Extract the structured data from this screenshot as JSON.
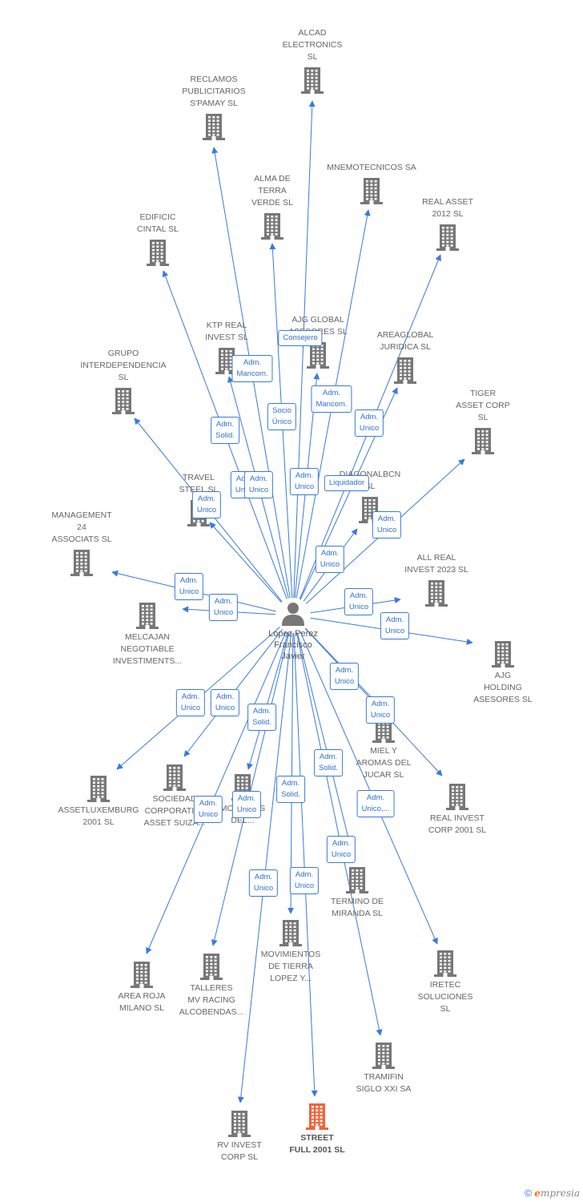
{
  "colors": {
    "edge": "#3a7ad8",
    "building": "#777777",
    "highlight": "#f0643a",
    "text": "#666666"
  },
  "center": {
    "id": "lopez",
    "name": "Lopez Perez\nFrancisco\nJavier",
    "icon": "person-icon"
  },
  "companies": [
    {
      "id": "alcad",
      "name": "ALCAD\nELECTRONICS\nSL"
    },
    {
      "id": "reclamos",
      "name": "RECLAMOS\nPUBLICITARIOS\nS'PAMAY SL"
    },
    {
      "id": "mnemotecnicos",
      "name": "MNEMOTECNICOS SA"
    },
    {
      "id": "alma",
      "name": "ALMA DE\nTERRA\nVERDE  SL"
    },
    {
      "id": "realasset2012",
      "name": "REAL ASSET\n2012  SL"
    },
    {
      "id": "edificic",
      "name": "EDIFICIC\nCINTAL  SL"
    },
    {
      "id": "ktp",
      "name": "KTP REAL\nINVEST  SL"
    },
    {
      "id": "ajgglobal",
      "name": "AJG GLOBAL\nASESORES  SL"
    },
    {
      "id": "areaglobal",
      "name": "AREAGLOBAL\nJURIDICA  SL"
    },
    {
      "id": "grupo",
      "name": "GRUPO\nINTERDEPENDENCIA\nSL"
    },
    {
      "id": "tiger",
      "name": "TIGER\nASSET CORP\nSL"
    },
    {
      "id": "travel",
      "name": "TRAVEL\nSTEEL  SL"
    },
    {
      "id": "diagonal",
      "name": "DIAGONALBCN\nSL"
    },
    {
      "id": "management",
      "name": "MANAGEMENT\n24\nASSOCIATS  SL"
    },
    {
      "id": "allreal",
      "name": "ALL REAL\nINVEST 2023  SL"
    },
    {
      "id": "melcajan",
      "name": "MELCAJAN\nNEGOTIABLE\nINVESTIMENTS..."
    },
    {
      "id": "ajgholding",
      "name": "AJG\nHOLDING\nASESORES  SL"
    },
    {
      "id": "miel",
      "name": "MIEL Y\nAROMAS DEL\nJUCAR  SL"
    },
    {
      "id": "assetlux",
      "name": "ASSETLUXEMBURG\n2001  SL"
    },
    {
      "id": "sociedad",
      "name": "SOCIEDAD\nCORPORATIVA\nASSET SUIZA..."
    },
    {
      "id": "montajes",
      "name": "MONTAJES\nDEL..."
    },
    {
      "id": "realinvest",
      "name": "REAL INVEST\nCORP 2001  SL"
    },
    {
      "id": "termino",
      "name": "TERMINO DE\nMIRANDA SL"
    },
    {
      "id": "movimientos",
      "name": "MOVIMIENTOS\nDE TIERRA\nLOPEZ Y..."
    },
    {
      "id": "arearoja",
      "name": "AREA ROJA\nMILANO  SL"
    },
    {
      "id": "talleres",
      "name": "TALLERES\nMV RACING\nALCOBENDAS..."
    },
    {
      "id": "iretec",
      "name": "IRETEC\nSOLUCIONES\nSL"
    },
    {
      "id": "tramifin",
      "name": "TRAMIFIN\nSIGLO XXI SA"
    },
    {
      "id": "rvinvest",
      "name": "RV INVEST\nCORP  SL"
    },
    {
      "id": "street",
      "name": "STREET\nFULL 2001  SL",
      "highlight": true
    }
  ],
  "edges": [
    {
      "to": "alcad",
      "label": "Consejero"
    },
    {
      "to": "reclamos",
      "label": "Adm.\nUnico"
    },
    {
      "to": "mnemotecnicos",
      "label": "Adm.\nMancom."
    },
    {
      "to": "alma",
      "label": "Socio\nÚnico"
    },
    {
      "to": "realasset2012",
      "label": "Adm.\nUnico"
    },
    {
      "to": "edificic",
      "label": "Adm.\nSolid."
    },
    {
      "to": "ktp",
      "label": "Adm.\nMancom."
    },
    {
      "to": "ajgglobal",
      "label": "Adm.\nUnico"
    },
    {
      "to": "areaglobal",
      "label": "Liquidador"
    },
    {
      "to": "grupo",
      "label": "Adm.\nUnico"
    },
    {
      "to": "tiger",
      "label": "Adm.\nUnico"
    },
    {
      "to": "travel",
      "label": "Adm.\nUnico"
    },
    {
      "to": "diagonal",
      "label": "Adm.\nUnico"
    },
    {
      "to": "management",
      "label": "Adm.\nUnico"
    },
    {
      "to": "melcajan",
      "label": "Adm.\nUnico"
    },
    {
      "to": "allreal",
      "label": "Adm.\nUnico"
    },
    {
      "to": "ajgholding",
      "label": "Adm.\nUnico"
    },
    {
      "to": "miel",
      "label": "Adm.\nUnico"
    },
    {
      "to": "realinvest",
      "label": "Adm.\nUnico"
    },
    {
      "to": "assetlux",
      "label": "Adm.\nUnico"
    },
    {
      "to": "sociedad",
      "label": "Adm.\nUnico"
    },
    {
      "to": "montajes",
      "label": "Adm.\nSolid."
    },
    {
      "to": "termino",
      "label": "Adm.\nSolid."
    },
    {
      "to": "movimientos",
      "label": "Adm.\nSolid."
    },
    {
      "to": "iretec",
      "label": "Adm.\nUnico,..."
    },
    {
      "to": "arearoja",
      "label": "Adm.\nUnico"
    },
    {
      "to": "talleres",
      "label": "Adm.\nUnico"
    },
    {
      "to": "tramifin",
      "label": "Adm.\nUnico"
    },
    {
      "to": "rvinvest",
      "label": "Adm.\nUnico"
    },
    {
      "to": "street",
      "label": "Adm.\nUnico"
    }
  ],
  "footer": {
    "copyright": "©",
    "brand_initial": "e",
    "brand_rest": "mpresia"
  }
}
